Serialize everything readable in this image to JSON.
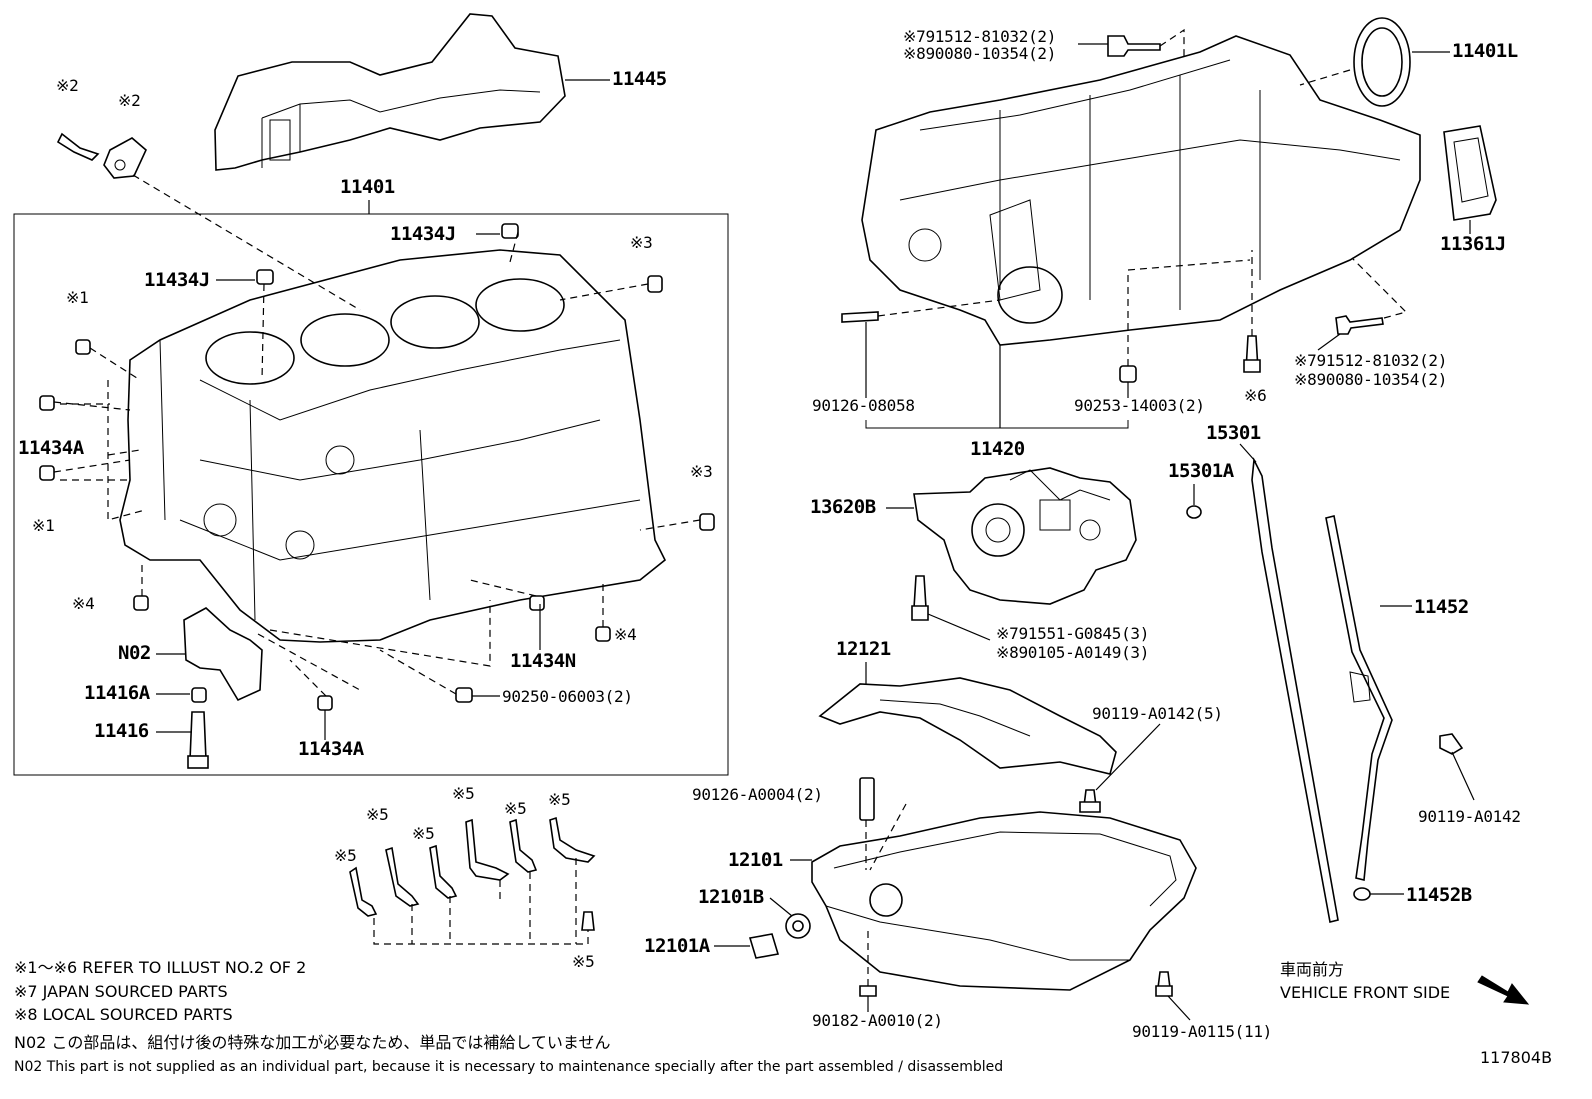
{
  "labels": {
    "p11445": "11445",
    "p11401": "11401",
    "p11434J_a": "11434J",
    "p11434J_b": "11434J",
    "p11434A_a": "11434A",
    "p11434A_b": "11434A",
    "p11434N": "11434N",
    "pN02": "N02",
    "p11416A": "11416A",
    "p11416": "11416",
    "p90250": "90250-06003(2)",
    "p11401L": "11401L",
    "p11361J": "11361J",
    "p90126_08058": "90126-08058",
    "p90253": "90253-14003(2)",
    "p11420": "11420",
    "p15301": "15301",
    "p15301A": "15301A",
    "p13620B": "13620B",
    "p12121": "12121",
    "p11452": "11452",
    "p90119_A0142_5": "90119-A0142(5)",
    "p90126_A0004": "90126-A0004(2)",
    "p12101": "12101",
    "p12101B": "12101B",
    "p12101A": "12101A",
    "p90119_A0142": "90119-A0142",
    "p11452B": "11452B",
    "p90182": "90182-A0010(2)",
    "p90119_A0115": "90119-A0115(11)",
    "top_r1": "※791512-81032(2)",
    "top_r2": "※890080-10354(2)",
    "mid_r1": "※791512-81032(2)",
    "mid_r2": "※890080-10354(2)",
    "pump_r1": "※791551-G0845(3)",
    "pump_r2": "※890105-A0149(3)"
  },
  "refmarks": {
    "m2a": "※2",
    "m2b": "※2",
    "m3a": "※3",
    "m3b": "※3",
    "m1a": "※1",
    "m1b": "※1",
    "m4a": "※4",
    "m4b": "※4",
    "m6": "※6",
    "m5a": "※5",
    "m5b": "※5",
    "m5c": "※5",
    "m5d": "※5",
    "m5e": "※5",
    "m5f": "※5"
  },
  "notes": {
    "n1": "※1～※6 REFER TO ILLUST NO.2 OF 2",
    "n2": "※7 JAPAN SOURCED PARTS",
    "n3": "※8 LOCAL SOURCED PARTS",
    "n4": "N02 この部品は、組付け後の特殊な加工が必要なため、単品では補給していません",
    "n5": "N02 This part is not supplied as an individual part, because it is necessary to maintenance specially after the part assembled / disassembled",
    "front_jp": "車両前方",
    "front_en": "VEHICLE FRONT SIDE",
    "illust_id": "117804B"
  }
}
